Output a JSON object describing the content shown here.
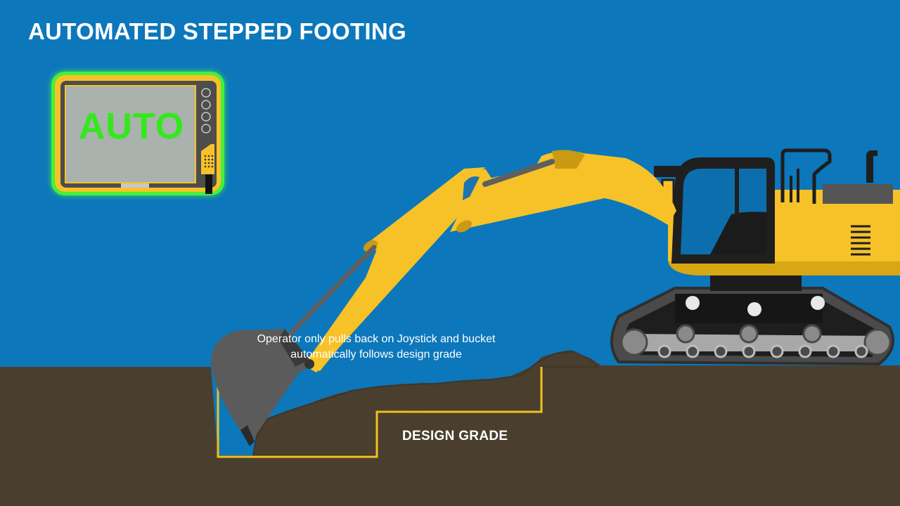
{
  "title": "AUTOMATED STEPPED FOOTING",
  "display": {
    "mode_text": "AUTO",
    "mode_color": "#33e81c"
  },
  "caption": "Operator only pulls back on Joystick and bucket automatically follows design grade",
  "design_grade_label": "DESIGN GRADE",
  "colors": {
    "sky": "#0c77bb",
    "ground": "#4a3f2f",
    "excavator_yellow": "#f6c228",
    "grade_line": "#f0c21e",
    "glow": "#45f03a"
  }
}
